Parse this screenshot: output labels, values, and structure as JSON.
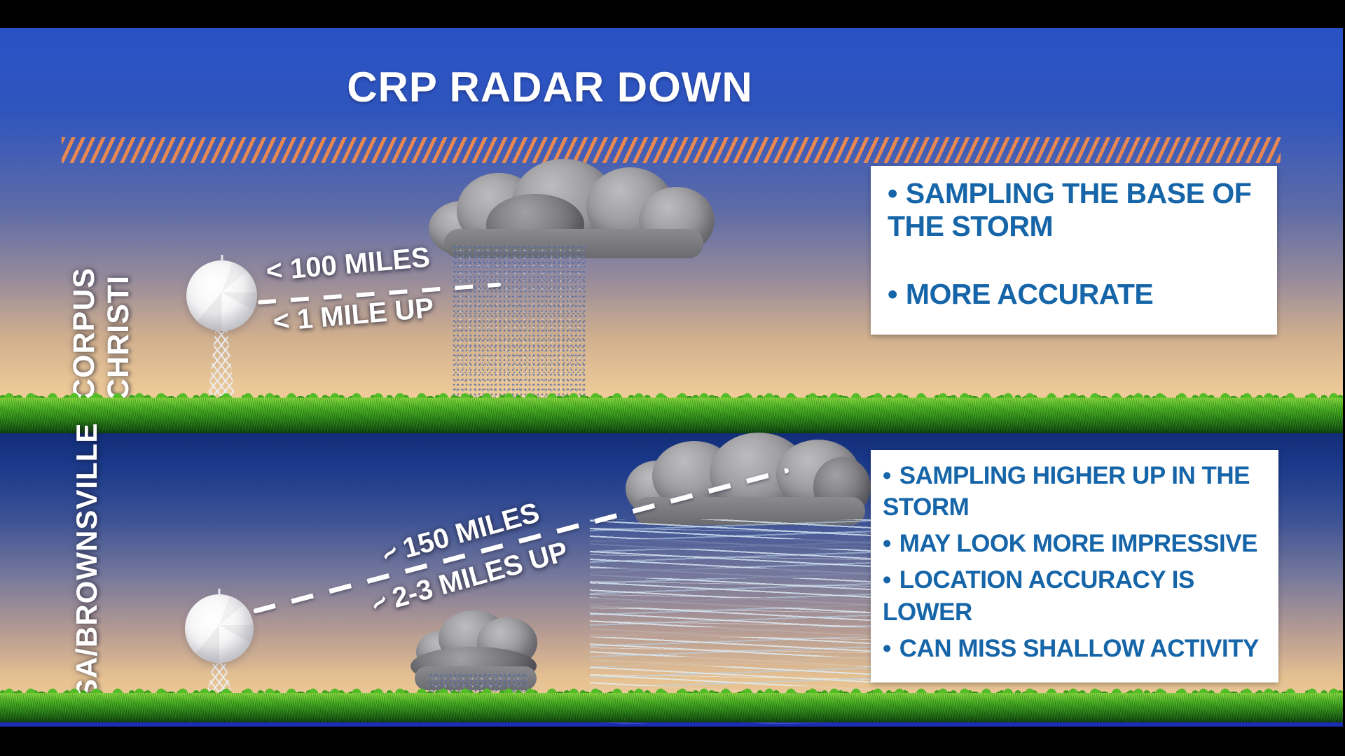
{
  "title": "CRP RADAR DOWN",
  "bullet_char": "•",
  "colors": {
    "hatch_orange": "#ef8a4d",
    "note_text_blue": "#1565a8",
    "sky_blue": "#2a52c5",
    "panel_navy": "#122d78",
    "ground_tan": "#efc997",
    "grass_green": "#3fa51d",
    "text_white": "#ffffff"
  },
  "panels": [
    {
      "label": "CORPUS CHRISTI",
      "beam": {
        "range_label": "< 100 MILES",
        "height_label": "< 1 MILE UP"
      },
      "notes": [
        "SAMPLING THE BASE OF THE STORM",
        "MORE ACCURATE"
      ]
    },
    {
      "label": "SA/BROWNSVILLE",
      "beam": {
        "approx_symbol": "~",
        "range_label": "150 MILES",
        "height_label": "2-3 MILES UP"
      },
      "notes": [
        "SAMPLING HIGHER UP IN THE STORM",
        "MAY LOOK MORE IMPRESSIVE",
        "LOCATION ACCURACY IS LOWER",
        "CAN MISS SHALLOW ACTIVITY"
      ]
    }
  ]
}
